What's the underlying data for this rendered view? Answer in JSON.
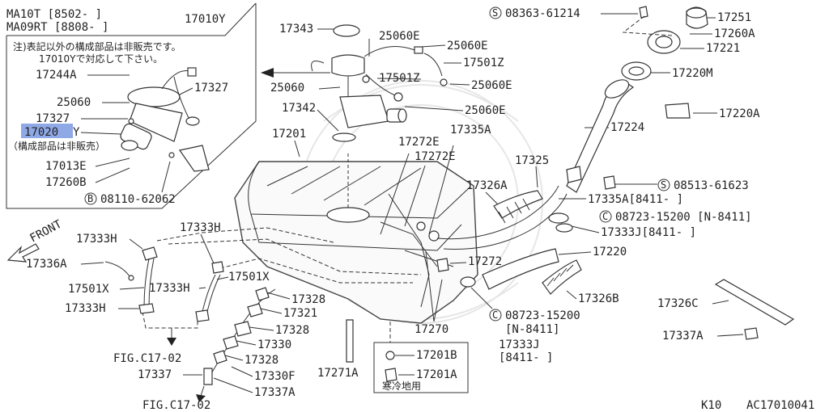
{
  "header": {
    "model_lines": [
      "MA10T  [8502-    ]",
      "MA09RT [8808-    ]"
    ]
  },
  "inset": {
    "number": "17010Y",
    "note_line1": "注)表記以外の構成部品は非販売です。",
    "note_line2": "17010Yで対応して下さい。",
    "highlight_part": "17020",
    "highlight_suffix": "Y",
    "not_sold_note": "（構成部品は非販売）",
    "parts": [
      "17244A",
      "17327",
      "25060",
      "17327",
      "17013E",
      "17260B",
      "08110-62062"
    ]
  },
  "labels": {
    "p17343": "17343",
    "p25060E_a": "25060E",
    "p25060E_b": "25060E",
    "p17501Z_a": "17501Z",
    "p25060_main": "25060",
    "p17501Z_b": "17501Z",
    "p25060E_c": "25060E",
    "p17342": "17342",
    "p25060E_d": "25060E",
    "p17201": "17201",
    "p17335A": "17335A",
    "p17272E_a": "17272E",
    "p17272E_b": "17272E",
    "p08363": "08363-61214",
    "p17251": "17251",
    "p17260A": "17260A",
    "p17221": "17221",
    "p17220M": "17220M",
    "p17220A": "17220A",
    "p17224": "17224",
    "p17325": "17325",
    "p08513": "08513-61623",
    "p17326A": "17326A",
    "p17335A_b": "17335A[8411-     ]",
    "p08723_a": "08723-15200 [N-8411]",
    "p17333J_a": "17333J[8411-     ]",
    "p17220": "17220",
    "p17272": "17272",
    "p17326B": "17326B",
    "p08723_b": "08723-15200",
    "p08723_b_range": "[N-8411]",
    "p17333J_b": "17333J",
    "p17333J_b_range": "[8411-     ]",
    "p17326C": "17326C",
    "p17337A": "17337A",
    "p17270": "17270",
    "p17201B": "17201B",
    "p17201A": "17201A",
    "cold_region": "寒冷地用",
    "p17271A": "17271A",
    "p17328_a": "17328",
    "p17321": "17321",
    "p17328_b": "17328",
    "p17330": "17330",
    "p17328_c": "17328",
    "p17330F": "17330F",
    "p17337A_b": "17337A",
    "p17337": "17337",
    "fig_a": "FIG.C17-02",
    "fig_b": "FIG.C17-02",
    "p17333H_a": "17333H",
    "p17333H_b": "17333H",
    "p17336A": "17336A",
    "p17501X_a": "17501X",
    "p17333H_c": "17333H",
    "p17501X_b": "17501X",
    "p17333H_d": "17333H",
    "front": "FRONT"
  },
  "symbols": {
    "s_circle_S": "S",
    "b_circle_B": "B",
    "c_circle_C": "C"
  },
  "footer": {
    "section": "K10",
    "code": "AC17010041"
  },
  "colors": {
    "highlight": "#8fa8e6",
    "line": "#333333"
  }
}
